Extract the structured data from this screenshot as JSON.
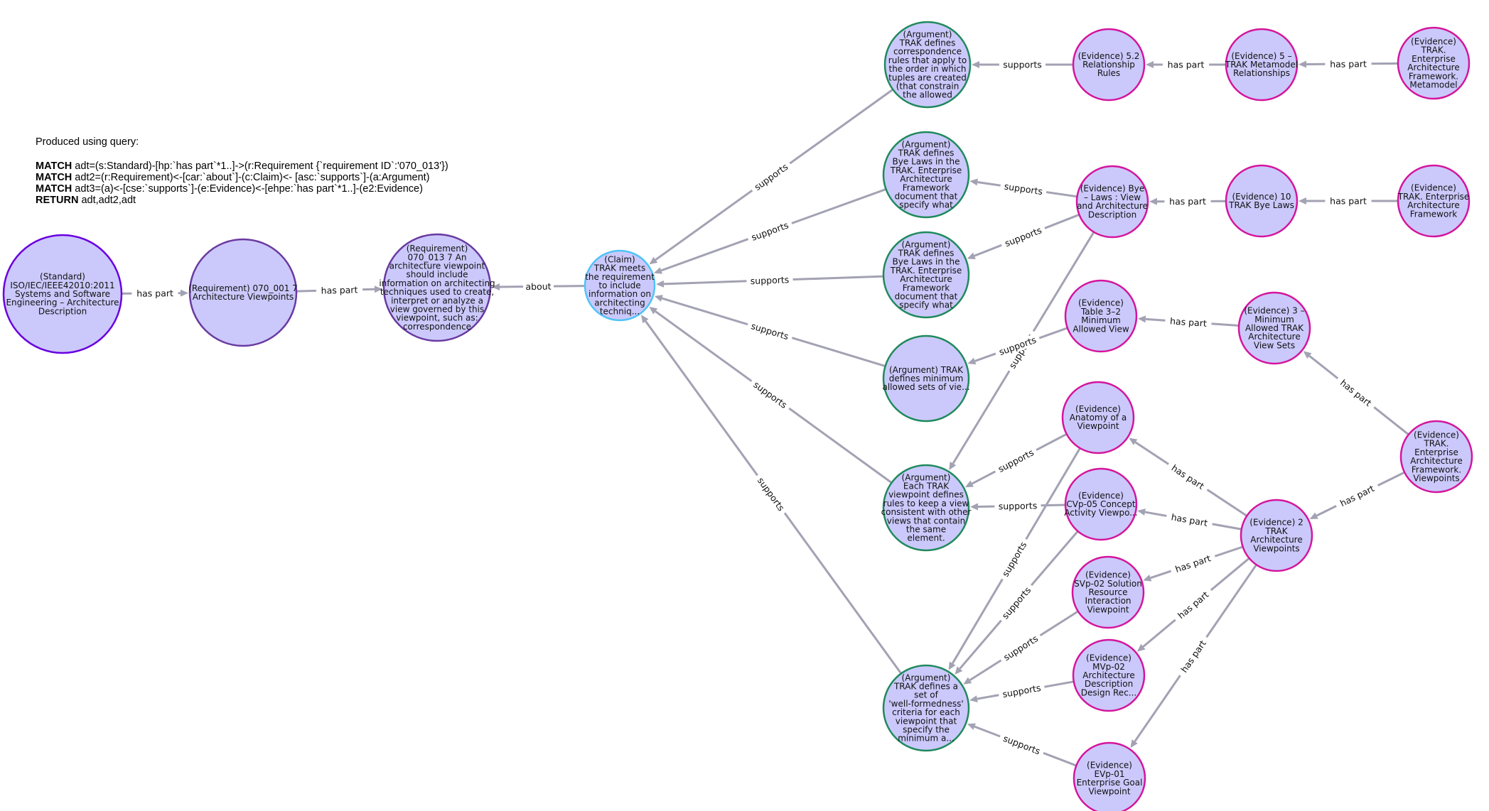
{
  "query": {
    "title": "Produced using query:",
    "lines": [
      {
        "keyword": "MATCH",
        "text": " adt=(s:Standard)-[hp:`has part`*1..]->(r:Requirement {`requirement ID`:'070_013'})"
      },
      {
        "keyword": "MATCH",
        "text": " adt2=(r:Requirement)<-[car:`about`]-(c:Claim)<- [asc:`supports`]-(a:Argument)"
      },
      {
        "keyword": "MATCH",
        "text": " adt3=(a)<-[cse:`supports`]-(e:Evidence)<-[ehpe:`has part`*1..]-(e2:Evidence)"
      },
      {
        "keyword": "RETURN",
        "text": " adt,adt2,adt"
      }
    ]
  },
  "colors": {
    "node_fill": "#cbc9fb",
    "standard_stroke": "#6a00e0",
    "requirement_stroke": "#6a3aa0",
    "claim_stroke": "#4fc3f7",
    "argument_stroke": "#1f8a5c",
    "evidence_stroke": "#d4159d",
    "edge": "#a2a2b3"
  },
  "graph": {
    "nodes": [
      {
        "id": "std",
        "kind": "standard",
        "lines": [
          "(Standard)",
          "ISO/IEC/IEEE42010:2011",
          "Systems and Software",
          "Engineering – Architecture",
          "Description"
        ]
      },
      {
        "id": "req1",
        "kind": "requirement",
        "lines": [
          "(Requirement) 070_001 7",
          "Architecture Viewpoints"
        ]
      },
      {
        "id": "req2",
        "kind": "requirement",
        "lines": [
          "(Requirement)",
          "070_013 7 An",
          "architecture viewpoint",
          "should include",
          "information on architecting",
          "techniques used to create,",
          "interpret or analyze a",
          "view governed by this",
          "viewpoint, such as:",
          "correspondence"
        ]
      },
      {
        "id": "claim",
        "kind": "claim",
        "lines": [
          "(Claim)",
          "TRAK meets",
          "the requirement",
          "to include",
          "information on",
          "architecting",
          "techniq..."
        ]
      },
      {
        "id": "arg1",
        "kind": "argument",
        "lines": [
          "(Argument)",
          "TRAK defines",
          "correspondence",
          "rules that apply to",
          "the order in which",
          "tuples are created",
          "(that constrain",
          "the allowed"
        ]
      },
      {
        "id": "arg2",
        "kind": "argument",
        "lines": [
          "(Argument)",
          "TRAK defines",
          "Bye Laws in the",
          "TRAK. Enterprise",
          "Architecture",
          "Framework",
          "document that",
          "specify what"
        ]
      },
      {
        "id": "arg3",
        "kind": "argument",
        "lines": [
          "(Argument)",
          "TRAK defines",
          "Bye Laws in the",
          "TRAK. Enterprise",
          "Architecture",
          "Framework",
          "document that",
          "specify what"
        ]
      },
      {
        "id": "arg4",
        "kind": "argument",
        "lines": [
          "(Argument) TRAK",
          "defines minimum",
          "allowed sets of vie..."
        ]
      },
      {
        "id": "arg5",
        "kind": "argument",
        "lines": [
          "(Argument)",
          "Each TRAK",
          "viewpoint defines",
          "rules to keep a view",
          "consistent with other",
          "views that contain",
          "the same",
          "element."
        ]
      },
      {
        "id": "arg6",
        "kind": "argument",
        "lines": [
          "(Argument)",
          "TRAK defines a",
          "set of",
          "'well-formedness'",
          "criteria for each",
          "viewpoint that",
          "specify the",
          "minimum a..."
        ]
      },
      {
        "id": "ev52",
        "kind": "evidence",
        "lines": [
          "(Evidence) 5.2",
          "Relationship",
          "Rules"
        ]
      },
      {
        "id": "ev5",
        "kind": "evidence",
        "lines": [
          "(Evidence) 5 –",
          "TRAK Metamodel",
          "Relationships"
        ]
      },
      {
        "id": "evMeta",
        "kind": "evidence",
        "lines": [
          "(Evidence)",
          "TRAK.",
          "Enterprise",
          "Architecture",
          "Framework.",
          "Metamodel"
        ]
      },
      {
        "id": "evBye",
        "kind": "evidence",
        "lines": [
          "(Evidence) Bye",
          "– Laws : View",
          "and Architecture",
          "Description"
        ]
      },
      {
        "id": "ev10",
        "kind": "evidence",
        "lines": [
          "(Evidence) 10",
          "TRAK Bye Laws"
        ]
      },
      {
        "id": "evFw",
        "kind": "evidence",
        "lines": [
          "(Evidence)",
          "TRAK. Enterprise",
          "Architecture",
          "Framework"
        ]
      },
      {
        "id": "evT32",
        "kind": "evidence",
        "lines": [
          "(Evidence)",
          "Table 3–2",
          "Minimum",
          "Allowed View"
        ]
      },
      {
        "id": "ev3",
        "kind": "evidence",
        "lines": [
          "(Evidence) 3 –",
          "Minimum",
          "Allowed TRAK",
          "Architecture",
          "View Sets"
        ]
      },
      {
        "id": "evVp",
        "kind": "evidence",
        "lines": [
          "(Evidence)",
          "TRAK.",
          "Enterprise",
          "Architecture",
          "Framework.",
          "Viewpoints"
        ]
      },
      {
        "id": "evAnat",
        "kind": "evidence",
        "lines": [
          "(Evidence)",
          "Anatomy of a",
          "Viewpoint"
        ]
      },
      {
        "id": "evCVp",
        "kind": "evidence",
        "lines": [
          "(Evidence)",
          "CVp-05 Concept",
          "Activity Viewpo..."
        ]
      },
      {
        "id": "ev2",
        "kind": "evidence",
        "lines": [
          "(Evidence) 2",
          "TRAK",
          "Architecture",
          "Viewpoints"
        ]
      },
      {
        "id": "evSVp",
        "kind": "evidence",
        "lines": [
          "(Evidence)",
          "SVp-02 Solution",
          "Resource",
          "Interaction",
          "Viewpoint"
        ]
      },
      {
        "id": "evMVp",
        "kind": "evidence",
        "lines": [
          "(Evidence)",
          "MVp-02",
          "Architecture",
          "Description",
          "Design Rec..."
        ]
      },
      {
        "id": "evEVp",
        "kind": "evidence",
        "lines": [
          "(Evidence)",
          "EVp-01",
          "Enterprise Goal",
          "Viewpoint"
        ]
      }
    ],
    "edges": [
      {
        "from": "std",
        "to": "req1",
        "label": "has part"
      },
      {
        "from": "req1",
        "to": "req2",
        "label": "has part"
      },
      {
        "from": "claim",
        "to": "req2",
        "label": "about"
      },
      {
        "from": "arg1",
        "to": "claim",
        "label": "supports"
      },
      {
        "from": "arg2",
        "to": "claim",
        "label": "supports"
      },
      {
        "from": "arg3",
        "to": "claim",
        "label": "supports"
      },
      {
        "from": "arg4",
        "to": "claim",
        "label": "supports"
      },
      {
        "from": "arg5",
        "to": "claim",
        "label": "supports"
      },
      {
        "from": "arg6",
        "to": "claim",
        "label": "supports"
      },
      {
        "from": "ev52",
        "to": "arg1",
        "label": "supports"
      },
      {
        "from": "ev5",
        "to": "ev52",
        "label": "has part"
      },
      {
        "from": "evMeta",
        "to": "ev5",
        "label": "has part"
      },
      {
        "from": "evBye",
        "to": "arg2",
        "label": "supports"
      },
      {
        "from": "evBye",
        "to": "arg3",
        "label": "supports"
      },
      {
        "from": "evBye",
        "to": "arg5",
        "label": "supports"
      },
      {
        "from": "ev10",
        "to": "evBye",
        "label": "has part"
      },
      {
        "from": "evFw",
        "to": "ev10",
        "label": "has part"
      },
      {
        "from": "evT32",
        "to": "arg4",
        "label": "supports"
      },
      {
        "from": "ev3",
        "to": "evT32",
        "label": "has part"
      },
      {
        "from": "evVp",
        "to": "ev3",
        "label": "has part"
      },
      {
        "from": "evVp",
        "to": "ev2",
        "label": "has part"
      },
      {
        "from": "evAnat",
        "to": "arg5",
        "label": "supports"
      },
      {
        "from": "evAnat",
        "to": "arg6",
        "label": "supports"
      },
      {
        "from": "evCVp",
        "to": "arg5",
        "label": "supports"
      },
      {
        "from": "evCVp",
        "to": "arg6",
        "label": "supports"
      },
      {
        "from": "evSVp",
        "to": "arg6",
        "label": "supports"
      },
      {
        "from": "evMVp",
        "to": "arg6",
        "label": "supports"
      },
      {
        "from": "evEVp",
        "to": "arg6",
        "label": "supports"
      },
      {
        "from": "ev2",
        "to": "evAnat",
        "label": "has part"
      },
      {
        "from": "ev2",
        "to": "evCVp",
        "label": "has part"
      },
      {
        "from": "ev2",
        "to": "evSVp",
        "label": "has part"
      },
      {
        "from": "ev2",
        "to": "evMVp",
        "label": "has part"
      },
      {
        "from": "ev2",
        "to": "evEVp",
        "label": "has part"
      }
    ]
  }
}
